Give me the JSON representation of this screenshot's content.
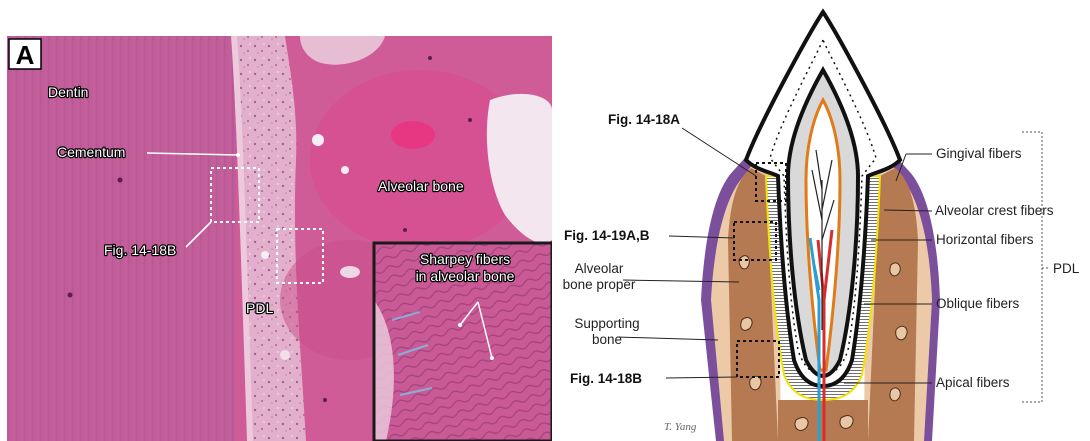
{
  "panel_a": {
    "panel_letter": "A",
    "labels": {
      "dentin": "Dentin",
      "cementum": "Cementum",
      "alveolar_bone": "Alveolar bone",
      "fig_ref": "Fig. 14-18B",
      "pdl": "PDL"
    },
    "inset": {
      "line1": "Sharpey fibers",
      "line2": "in alveolar bone"
    }
  },
  "panel_b": {
    "left_labels": {
      "fig_18a": "Fig. 14-18A",
      "fig_19ab": "Fig. 14-19A,B",
      "alveolar_bone_proper_1": "Alveolar",
      "alveolar_bone_proper_2": "bone proper",
      "supporting_bone_1": "Supporting",
      "supporting_bone_2": "bone",
      "fig_18b": "Fig. 14-18B"
    },
    "right_labels": {
      "gingival": "Gingival fibers",
      "alveolar_crest": "Alveolar crest fibers",
      "horizontal": "Horizontal fibers",
      "oblique": "Oblique fibers",
      "apical": "Apical fibers"
    },
    "bracket_label": "PDL",
    "credit": "T. Yang"
  },
  "colors": {
    "dentin_pink": "#c8649e",
    "bone_pink": "#d94f8c",
    "pdl_pale": "#e3b2cf",
    "gingiva_purple": "#7b4f9c",
    "bone_tan": "#e9c7a4",
    "bone_brown": "#b57a52",
    "pulp_gray": "#d9d9d9",
    "pdl_yellow": "#f2e200",
    "nerve_red": "#d62d2d",
    "vessel_blue": "#2a9fd6"
  }
}
